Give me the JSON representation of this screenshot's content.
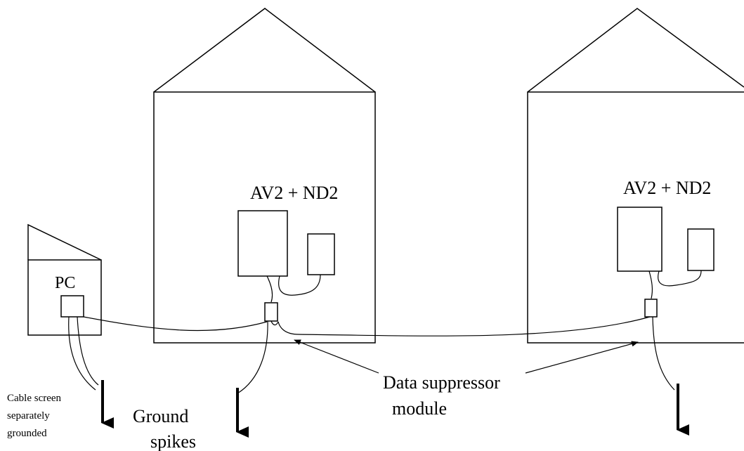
{
  "labels": {
    "unit_left": "AV2 + ND2",
    "unit_right": "AV2 + ND2",
    "pc": "PC",
    "suppressor_line1": "Data suppressor",
    "suppressor_line2": "module",
    "ground_line1": "Ground",
    "ground_line2": "spikes",
    "cable_line1": "Cable screen",
    "cable_line2": "separately",
    "cable_line3": "grounded"
  }
}
